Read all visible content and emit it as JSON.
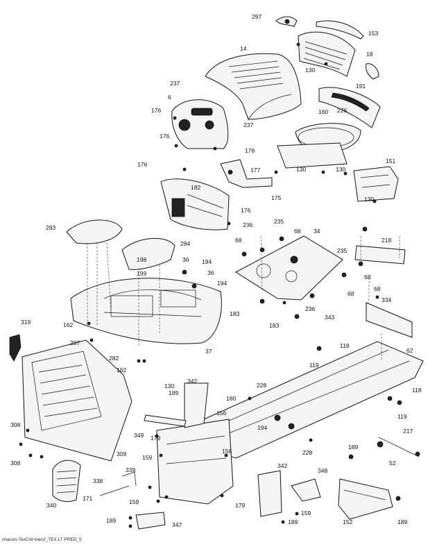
{
  "diagram": {
    "callouts": [
      "297",
      "153",
      "14",
      "18",
      "130",
      "191",
      "237",
      "6",
      "176",
      "226",
      "160",
      "237",
      "176",
      "176",
      "176",
      "177",
      "130",
      "130",
      "151",
      "182",
      "175",
      "130",
      "176",
      "235",
      "68",
      "236",
      "34",
      "283",
      "284",
      "68",
      "218",
      "235",
      "198",
      "36",
      "194",
      "36",
      "199",
      "194",
      "68",
      "183",
      "236",
      "68",
      "343",
      "68",
      "334",
      "319",
      "162",
      "183",
      "287",
      "37",
      "118",
      "62",
      "282",
      "119",
      "162",
      "130",
      "228",
      "342",
      "189",
      "180",
      "156",
      "118",
      "119",
      "194",
      "217",
      "349",
      "179",
      "228",
      "159",
      "156",
      "189",
      "52",
      "342",
      "348",
      "339",
      "338",
      "171",
      "159",
      "179",
      "340",
      "309",
      "308",
      "308",
      "159",
      "189",
      "347",
      "152",
      "189"
    ],
    "reference": "chassis-TexCrd-Gen2_TEX LT PRED_5"
  }
}
